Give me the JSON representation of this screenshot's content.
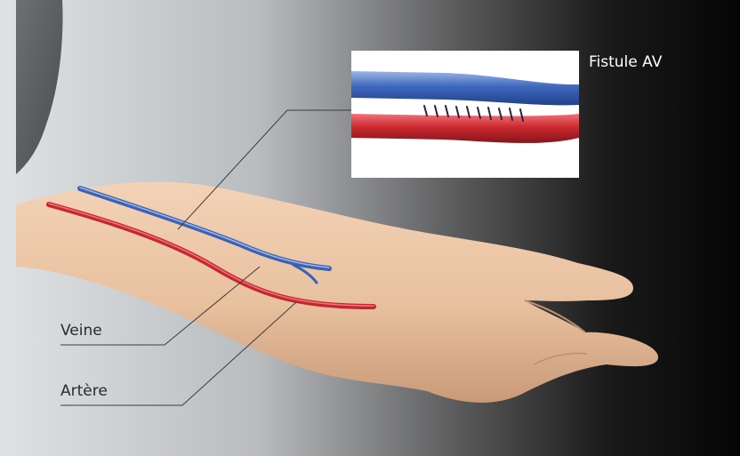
{
  "labels": {
    "fistula": "Fistule AV",
    "vein": "Veine",
    "artery": "Artère"
  },
  "colors": {
    "vein": "#3a62b4",
    "artery": "#c8262e",
    "skin": "#ecc6a6",
    "sleeve": "#5e6162",
    "background_dark": "#0b0b0b",
    "background_light": "#dcdfe2"
  },
  "icons": {
    "stitches": "suture-marks"
  }
}
